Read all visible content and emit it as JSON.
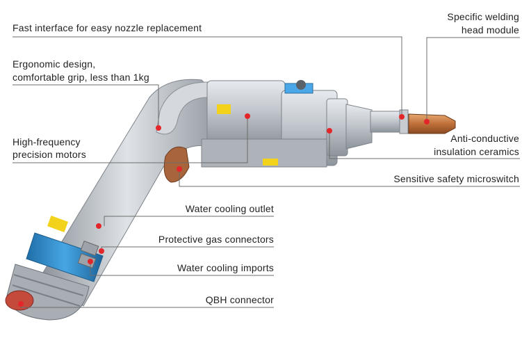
{
  "callouts": {
    "nozzle_interface": "Fast interface for easy nozzle replacement",
    "ergonomic_line1": "Ergonomic design,",
    "ergonomic_line2": "comfortable grip, less than 1kg",
    "motors_line1": "High-frequency",
    "motors_line2": "precision motors",
    "welding_head_line1": "Specific welding",
    "welding_head_line2": "head module",
    "ceramics_line1": "Anti-conductive",
    "ceramics_line2": "insulation ceramics",
    "microswitch": "Sensitive safety microswitch",
    "water_outlet": "Water cooling outlet",
    "gas_connectors": "Protective gas connectors",
    "water_imports": "Water cooling imports",
    "qbh_connector": "QBH connector"
  },
  "colors": {
    "marker": "#e3262a",
    "leader_line": "#6b6b6b",
    "body_silver": "#b9bec4",
    "collar_blue": "#2f8fd0",
    "nozzle_copper": "#c97a3d"
  }
}
